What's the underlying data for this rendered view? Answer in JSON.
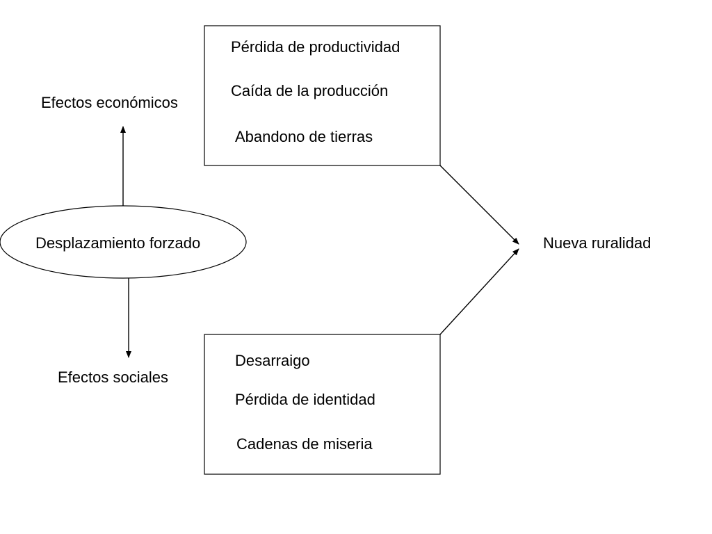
{
  "diagram": {
    "source_node": "Desplazamiento forzado",
    "economic_effects": {
      "label": "Efectos económicos",
      "items": [
        "Pérdida de productividad",
        "Caída de la producción",
        "Abandono de tierras"
      ]
    },
    "social_effects": {
      "label": "Efectos sociales",
      "items": [
        "Desarraigo",
        "Pérdida de identidad",
        "Cadenas de miseria"
      ]
    },
    "outcome": "Nueva ruralidad",
    "edges": [
      {
        "from": "Desplazamiento forzado",
        "to": "Efectos económicos"
      },
      {
        "from": "Desplazamiento forzado",
        "to": "Efectos sociales"
      },
      {
        "from": "Efectos económicos",
        "to": "Nueva ruralidad"
      },
      {
        "from": "Efectos sociales",
        "to": "Nueva ruralidad"
      }
    ]
  }
}
